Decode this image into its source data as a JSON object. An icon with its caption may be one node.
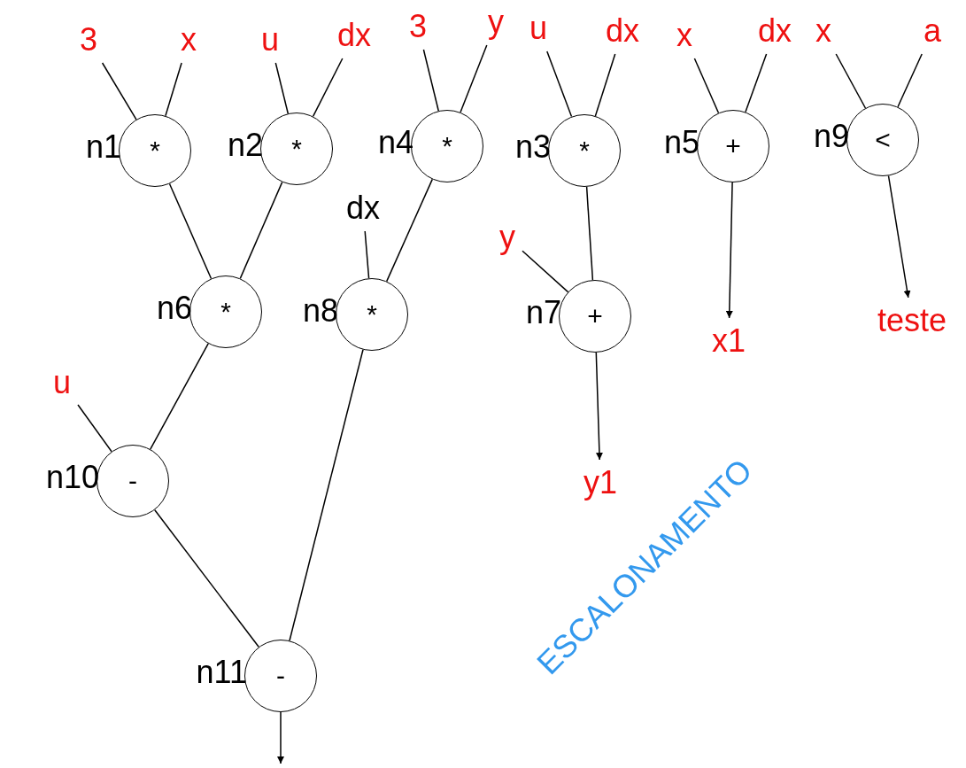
{
  "diagram": {
    "nodes": [
      {
        "text": [
          "3"
        ]
      },
      {
        "text": [
          "x"
        ]
      },
      {
        "text": [
          "u"
        ]
      },
      {
        "text": [
          "dx"
        ]
      },
      {
        "text": [
          "3"
        ]
      },
      {
        "text": [
          "y"
        ]
      },
      {
        "text": [
          "u"
        ]
      },
      {
        "text": [
          "dx"
        ]
      },
      {
        "text": [
          "x"
        ]
      },
      {
        "text": [
          "dx"
        ]
      },
      {
        "text": [
          "x"
        ]
      },
      {
        "text": [
          "a"
        ]
      },
      {
        "text": [
          "*"
        ],
        "beside": [
          "n1"
        ]
      },
      {
        "text": [
          "*"
        ],
        "beside": [
          "n2"
        ]
      },
      {
        "text": [
          "*"
        ],
        "beside": [
          "n4"
        ]
      },
      {
        "text": [
          "*"
        ],
        "beside": [
          "n3"
        ]
      },
      {
        "text": [
          "+"
        ],
        "beside": [
          "n5"
        ]
      },
      {
        "text": [
          "<"
        ],
        "beside": [
          "n9"
        ]
      },
      {
        "text": [
          "dx"
        ]
      },
      {
        "text": [
          "*"
        ],
        "beside": [
          "n6"
        ]
      },
      {
        "text": [
          "*"
        ],
        "beside": [
          "n8"
        ]
      },
      {
        "text": [
          "y"
        ]
      },
      {
        "text": [
          "+"
        ],
        "beside": [
          "n7"
        ]
      },
      {
        "text": [
          "x1"
        ]
      },
      {
        "text": [
          "teste"
        ]
      },
      {
        "text": [
          "u"
        ]
      },
      {
        "text": [
          "-"
        ],
        "beside": [
          "n10"
        ]
      },
      {
        "text": [
          "y1"
        ]
      },
      {
        "text": [
          "-"
        ],
        "beside": [
          "n11"
        ]
      }
    ],
    "edges": [
      {
        "from": 0,
        "to": 12,
        "arrow": "none"
      },
      {
        "from": 1,
        "to": 12,
        "arrow": "none"
      },
      {
        "from": 2,
        "to": 13,
        "arrow": "none"
      },
      {
        "from": 3,
        "to": 13,
        "arrow": "none"
      },
      {
        "from": 4,
        "to": 14,
        "arrow": "none"
      },
      {
        "from": 5,
        "to": 14,
        "arrow": "none"
      },
      {
        "from": 6,
        "to": 15,
        "arrow": "none"
      },
      {
        "from": 7,
        "to": 15,
        "arrow": "none"
      },
      {
        "from": 8,
        "to": 16,
        "arrow": "none"
      },
      {
        "from": 9,
        "to": 16,
        "arrow": "none"
      },
      {
        "from": 10,
        "to": 17,
        "arrow": "none"
      },
      {
        "from": 11,
        "to": 17,
        "arrow": "none"
      },
      {
        "from": 12,
        "to": 19,
        "arrow": "none"
      },
      {
        "from": 13,
        "to": 19,
        "arrow": "none"
      },
      {
        "from": 18,
        "to": 20,
        "arrow": "none"
      },
      {
        "from": 14,
        "to": 20,
        "arrow": "none"
      },
      {
        "from": 15,
        "to": 22,
        "arrow": "none"
      },
      {
        "from": 21,
        "to": 22,
        "arrow": "none"
      },
      {
        "from": 16,
        "to": 23,
        "arrow": "to"
      },
      {
        "from": 17,
        "to": 24,
        "arrow": "to"
      },
      {
        "from": 19,
        "to": 26,
        "arrow": "none"
      },
      {
        "from": 25,
        "to": 26,
        "arrow": "none"
      },
      {
        "from": 22,
        "to": 27,
        "arrow": "to"
      },
      {
        "from": 26,
        "to": 28,
        "arrow": "none"
      },
      {
        "from": 20,
        "to": 28,
        "arrow": "none"
      },
      {
        "from": 28,
        "to": null,
        "arrow": "to"
      }
    ],
    "labels": [
      "ESCALONAMENTO"
    ]
  }
}
